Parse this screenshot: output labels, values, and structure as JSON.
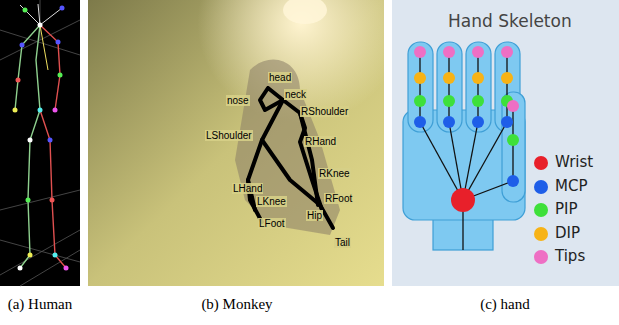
{
  "diagram": {
    "labels": [
      "Hand Skeleton",
      "head",
      "nose",
      "neck",
      "RShoulder",
      "LShoulder",
      "RHand",
      "RKnee",
      "LHand",
      "LKnee",
      "RFoot",
      "Hip",
      "LFoot",
      "Tail",
      "(a) Human",
      "(b) Monkey",
      "(c) hand"
    ],
    "legend": [
      {
        "text": "Wrist",
        "color": "#e8202a"
      },
      {
        "text": "MCP",
        "color": "#1e5ee8"
      },
      {
        "text": "PIP",
        "color": "#3ee03a"
      },
      {
        "text": "DIP",
        "color": "#f7b316"
      },
      {
        "text": "Tips",
        "color": "#ee6fc4"
      }
    ]
  }
}
